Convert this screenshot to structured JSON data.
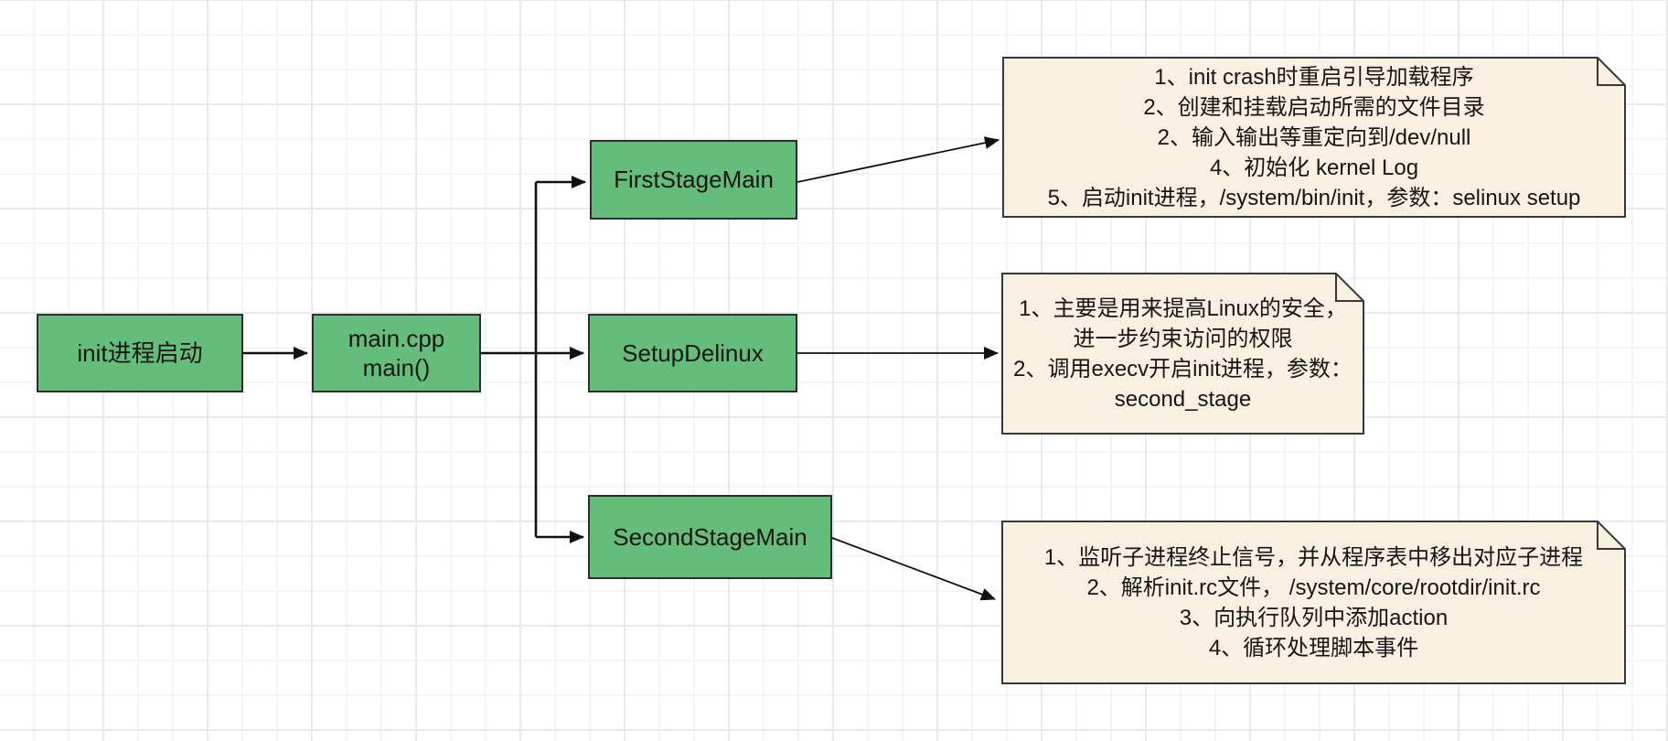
{
  "colors": {
    "background": "#ffffff",
    "grid_minor": "#f4f4f4",
    "grid_major": "#e9e9e9",
    "node_fill": "#65bd7c",
    "node_border": "#2d2d2d",
    "note_fill": "#faf0e1",
    "note_border": "#383838",
    "edge": "#111111"
  },
  "nodes": [
    {
      "label": "init进程启动"
    },
    {
      "label": "main.cpp\nmain()"
    },
    {
      "label": "FirstStageMain"
    },
    {
      "label": "SetupDelinux"
    },
    {
      "label": "SecondStageMain"
    }
  ],
  "notes": [
    {
      "lines": [
        "1、init crash时重启引导加载程序",
        "2、创建和挂载启动所需的文件目录",
        "2、输入输出等重定向到/dev/null",
        "4、初始化 kernel Log",
        "5、启动init进程，/system/bin/init，参数：selinux setup"
      ]
    },
    {
      "lines": [
        "1、主要是用来提高Linux的安全，",
        "进一步约束访问的权限",
        "2、调用execv开启init进程，参数：",
        "second_stage"
      ]
    },
    {
      "lines": [
        "1、监听子进程终止信号，并从程序表中移出对应子进程",
        "2、解析init.rc文件， /system/core/rootdir/init.rc",
        "3、向执行队列中添加action",
        "4、循环处理脚本事件"
      ]
    }
  ]
}
